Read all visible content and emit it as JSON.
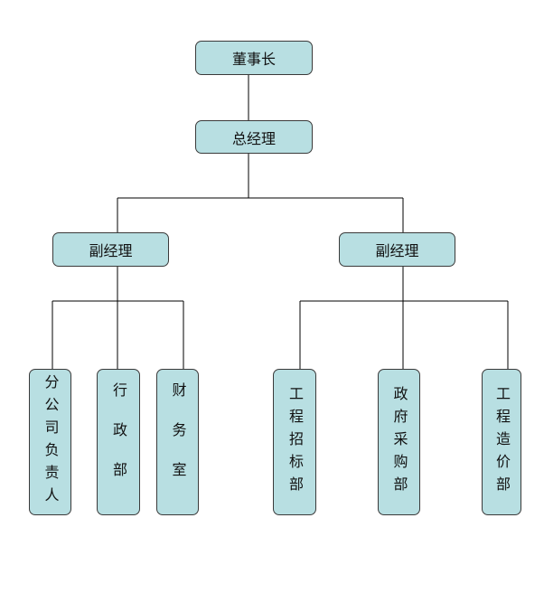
{
  "colors": {
    "box_fill": "#b8dfe2",
    "box_border": "#3a3a3a",
    "connector": "#000000",
    "background": "#ffffff"
  },
  "chart": {
    "chairman": "董事长",
    "general_manager": "总经理",
    "deputy_left": "副经理",
    "deputy_right": "副经理",
    "departments_left": [
      "分公司负责人",
      "行政部",
      "财务室"
    ],
    "departments_right": [
      "工程招标部",
      "政府采购部",
      "工程造价部"
    ]
  }
}
